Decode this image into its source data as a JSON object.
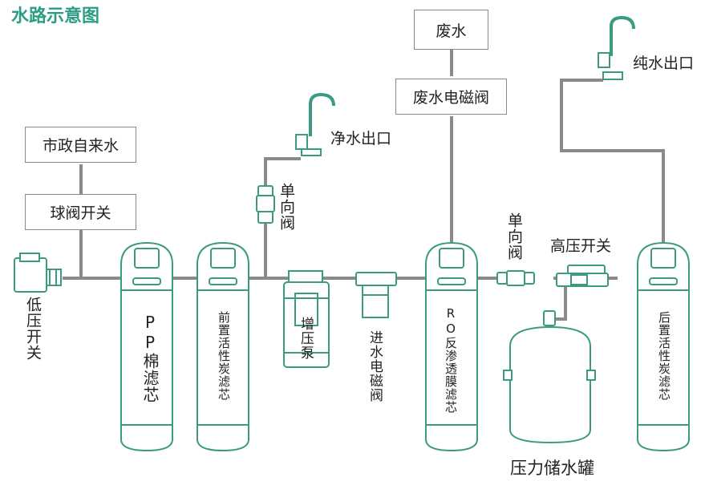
{
  "title": "水路示意图",
  "boxes": {
    "city_water": "市政自来水",
    "ball_valve": "球阀开关",
    "waste_water": "废水",
    "waste_solenoid": "废水电磁阀"
  },
  "labels": {
    "low_pressure_switch": "低压开关",
    "clean_water_outlet": "净水出口",
    "check_valve_1": "单向阀",
    "booster_pump": "增压泵",
    "inlet_solenoid": "进水电磁阀",
    "check_valve_2": "单向阀",
    "high_pressure_switch": "高压开关",
    "pure_water_outlet": "纯水出口",
    "pressure_tank": "压力储水罐"
  },
  "filters": {
    "pp": "PP棉滤芯",
    "pre_carbon": "前置活性炭滤芯",
    "ro": "RO反渗透膜滤芯",
    "post_carbon": "后置活性炭滤芯"
  },
  "colors": {
    "accent": "#2a9d84",
    "pipe": "#8a8a8a",
    "outline": "#3a9a82"
  }
}
